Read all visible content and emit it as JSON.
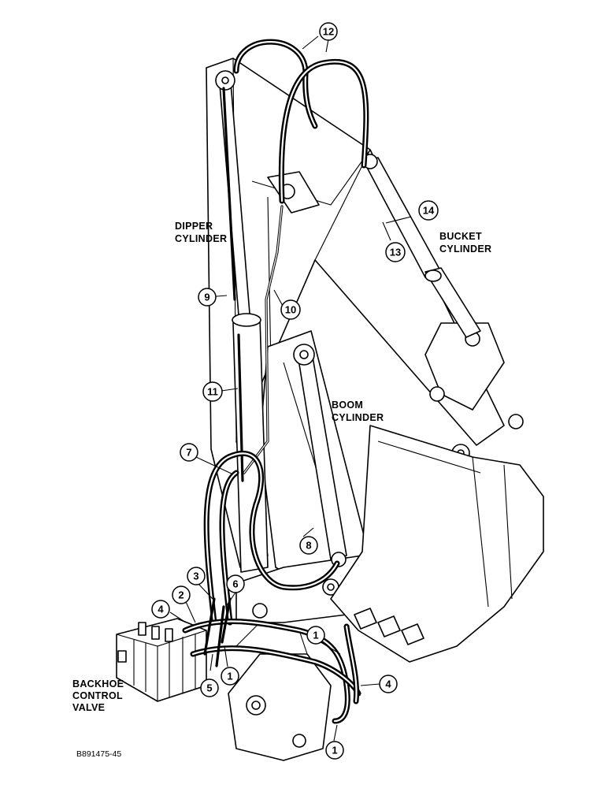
{
  "labels": {
    "dipper_cylinder": [
      "DIPPER",
      "CYLINDER"
    ],
    "bucket_cylinder": [
      "BUCKET",
      "CYLINDER"
    ],
    "boom_cylinder": [
      "BOOM",
      "CYLINDER"
    ],
    "backhoe_control_valve": [
      "BACKHOE",
      "CONTROL",
      "VALVE"
    ]
  },
  "callouts": [
    "1",
    "2",
    "3",
    "4",
    "5",
    "6",
    "7",
    "8",
    "9",
    "10",
    "11",
    "12",
    "13",
    "14"
  ],
  "part_number": "B891475-45"
}
